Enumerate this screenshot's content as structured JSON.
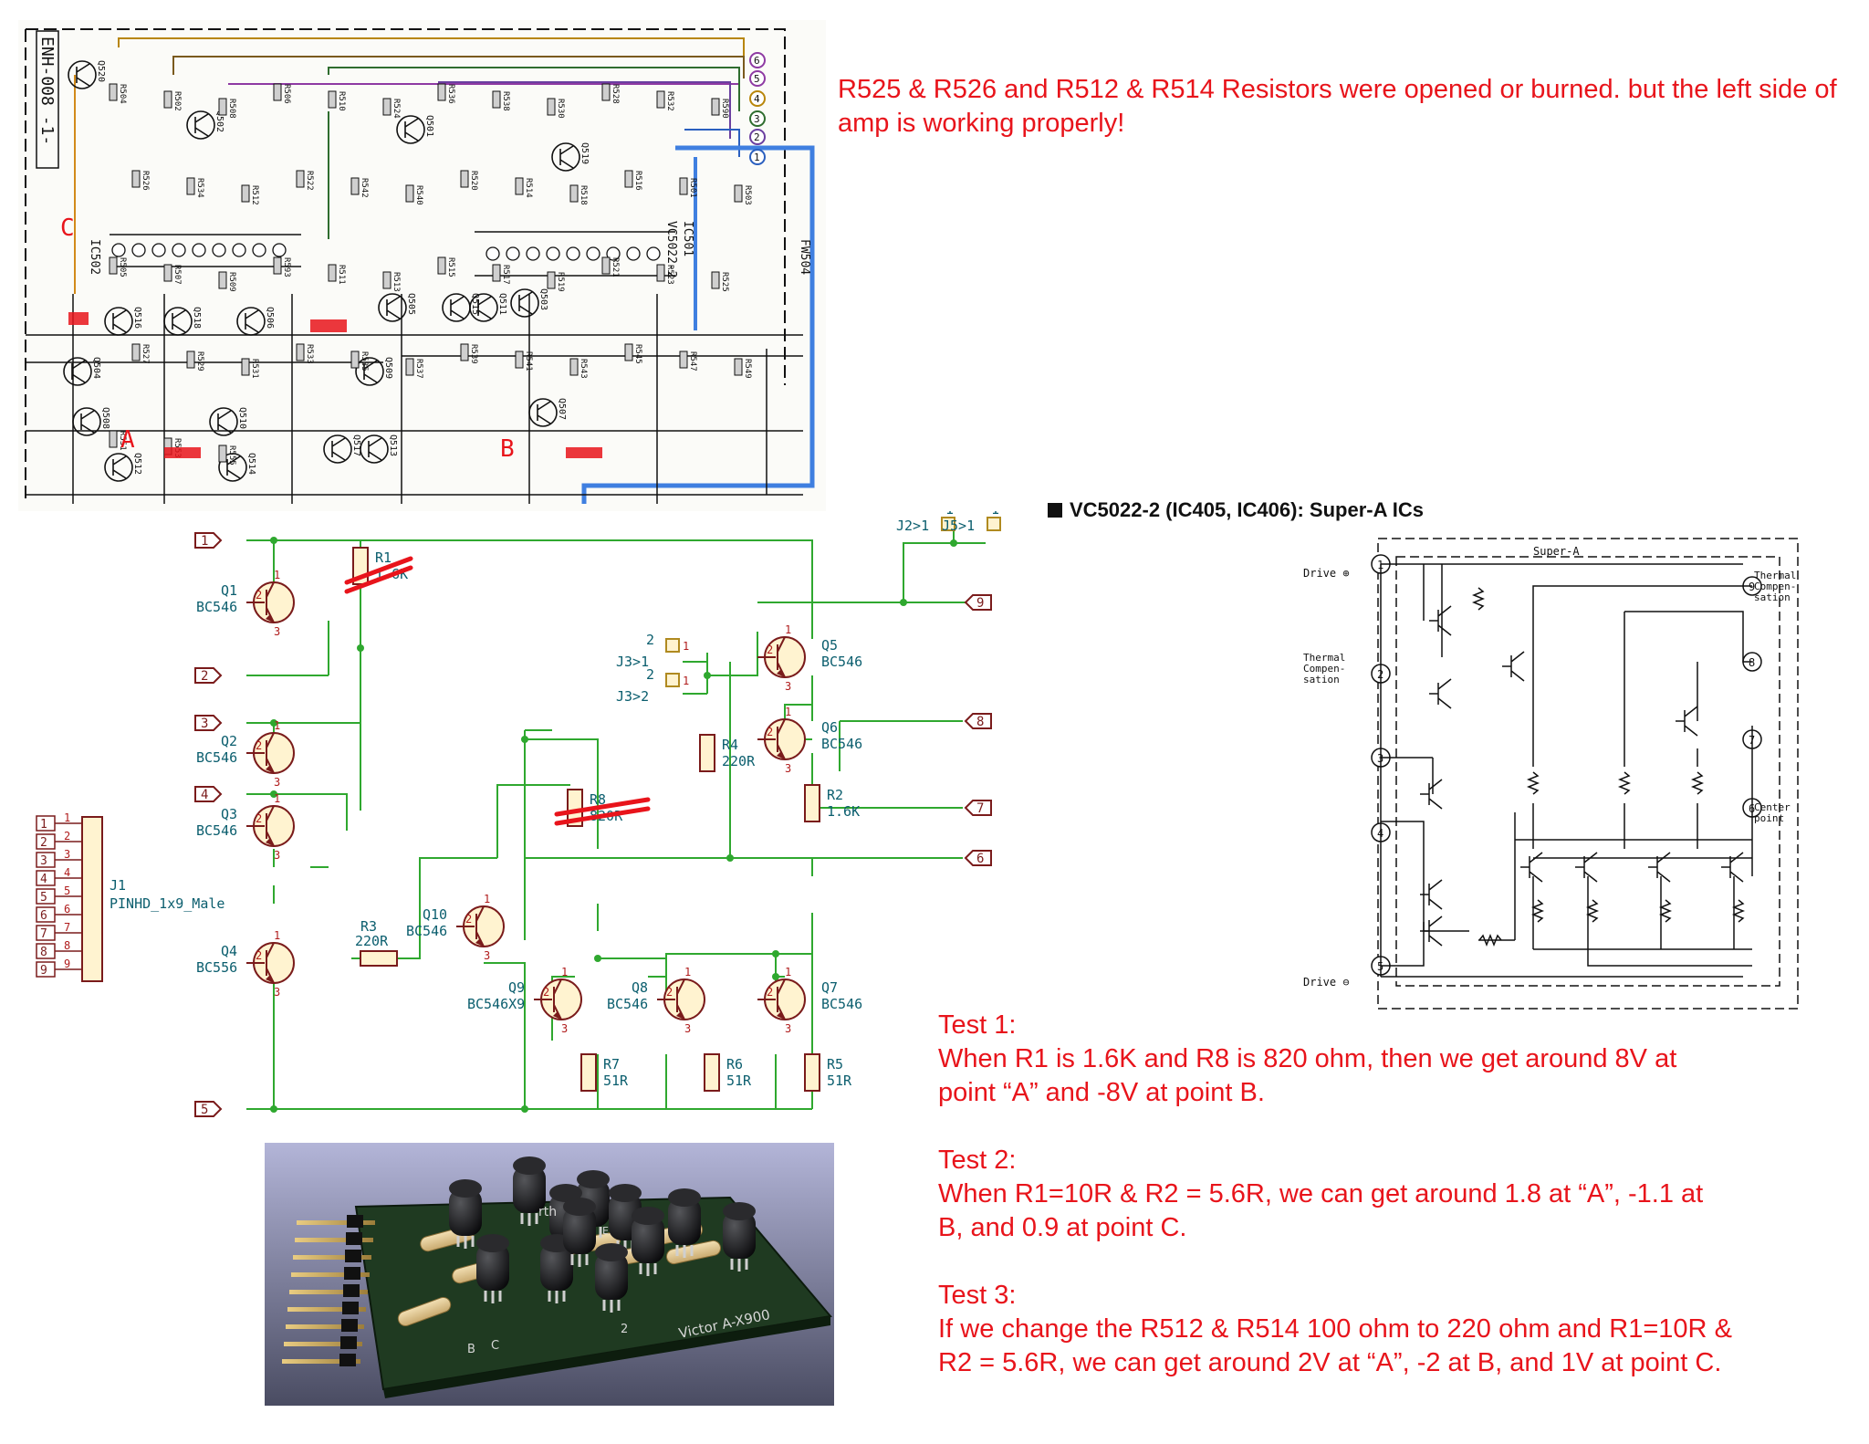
{
  "notes": {
    "top": "R525 & R526 and R512 & R514 Resistors were opened or burned. but the left side of amp is working properly!",
    "test1_title": "Test 1:",
    "test1_body": "When R1 is 1.6K and R8 is 820 ohm, then we get around 8V at point “A” and -8V at point B.",
    "test2_title": "Test 2:",
    "test2_body": "When R1=10R & R2 = 5.6R, we can get around 1.8 at “A”, -1.1 at B, and 0.9 at point C.",
    "test3_title": "Test 3:",
    "test3_body": "If we change the R512 & R514 100 ohm to 220 ohm and R1=10R & R2 = 5.6R, we can get around 2V at “A”, -2 at B, and 1V at point C."
  },
  "orig_schematic": {
    "doc_code": "ENH-008 -1-",
    "point_a": "A",
    "point_b": "B",
    "point_c": "C",
    "ic_left": "IC502",
    "ic_right": "IC501",
    "ic_part": "VC5022-2",
    "label_fw": "FW504",
    "transistors": [
      "Q520",
      "Q502",
      "Q501",
      "Q519",
      "Q516",
      "Q518",
      "Q506",
      "Q504",
      "Q508",
      "Q510",
      "Q512",
      "Q514",
      "Q505",
      "Q511",
      "Q503",
      "Q509",
      "Q513",
      "Q507",
      "Q515",
      "Q517"
    ],
    "resistors": [
      "R504",
      "R502",
      "R508",
      "R506",
      "R510",
      "R524",
      "R536",
      "R538",
      "R530",
      "R528",
      "R532",
      "R590",
      "R526",
      "R534",
      "R512",
      "R522",
      "R542",
      "R540",
      "R520",
      "R514",
      "R518",
      "R516",
      "R501",
      "R503",
      "R505",
      "R507",
      "R509",
      "R593",
      "R511",
      "R513",
      "R515",
      "R517",
      "R519",
      "R521",
      "R523",
      "R525",
      "R527",
      "R529",
      "R531",
      "R533",
      "R535",
      "R537",
      "R539",
      "R541",
      "R543",
      "R545",
      "R547",
      "R549",
      "R551",
      "R553",
      "R555"
    ],
    "connector_pins": [
      "6",
      "5",
      "4",
      "3",
      "2",
      "1"
    ]
  },
  "kicad": {
    "ports": [
      "1",
      "2",
      "3",
      "4",
      "5",
      "6",
      "7",
      "8",
      "9"
    ],
    "transistors": [
      {
        "ref": "Q1",
        "value": "BC546"
      },
      {
        "ref": "Q2",
        "value": "BC546"
      },
      {
        "ref": "Q3",
        "value": "BC546"
      },
      {
        "ref": "Q4",
        "value": "BC556"
      },
      {
        "ref": "Q5",
        "value": "BC546"
      },
      {
        "ref": "Q6",
        "value": "BC546"
      },
      {
        "ref": "Q7",
        "value": "BC546"
      },
      {
        "ref": "Q8",
        "value": "BC546"
      },
      {
        "ref": "Q9",
        "value": "BC546X9"
      },
      {
        "ref": "Q10",
        "value": "BC546"
      }
    ],
    "resistors": [
      {
        "ref": "R1",
        "value": "1.6K"
      },
      {
        "ref": "R2",
        "value": "1.6K"
      },
      {
        "ref": "R3",
        "value": "220R"
      },
      {
        "ref": "R4",
        "value": "220R"
      },
      {
        "ref": "R5",
        "value": "51R"
      },
      {
        "ref": "R6",
        "value": "51R"
      },
      {
        "ref": "R7",
        "value": "51R"
      },
      {
        "ref": "R8",
        "value": "820R"
      }
    ],
    "jumpers": [
      "J2>1",
      "J5>1",
      "J3>1",
      "J3>2"
    ],
    "header_ref": "J1",
    "header_value": "PINHD_1x9_Male",
    "header_pins": [
      "1",
      "2",
      "3",
      "4",
      "5",
      "6",
      "7",
      "8",
      "9"
    ],
    "pin_nums": [
      "1",
      "2",
      "3"
    ]
  },
  "datasheet": {
    "heading": "VC5022-2 (IC405, IC406): Super-A ICs",
    "block_label": "Super-A",
    "drive_plus": "Drive ⊕",
    "drive_minus": "Drive ⊖",
    "thermal_left": [
      "Thermal",
      "Compen-",
      "sation"
    ],
    "thermal_right": [
      "Thermal",
      "Compen-",
      "sation"
    ],
    "center": [
      "Center",
      "point"
    ],
    "pins": [
      "1",
      "2",
      "3",
      "4",
      "5",
      "6",
      "7",
      "8",
      "9"
    ]
  },
  "pcb": {
    "silk_text": "Victor A-X900",
    "silk_partial": "rth",
    "silk_labels": [
      "B",
      "C",
      "E",
      "2"
    ]
  },
  "colors": {
    "note_red": "#e8141b",
    "wire_green": "#2fa82f",
    "label_teal": "#0b5e6e",
    "component_maroon": "#7a1b1b",
    "highlight_blue": "#3f7fe0"
  }
}
